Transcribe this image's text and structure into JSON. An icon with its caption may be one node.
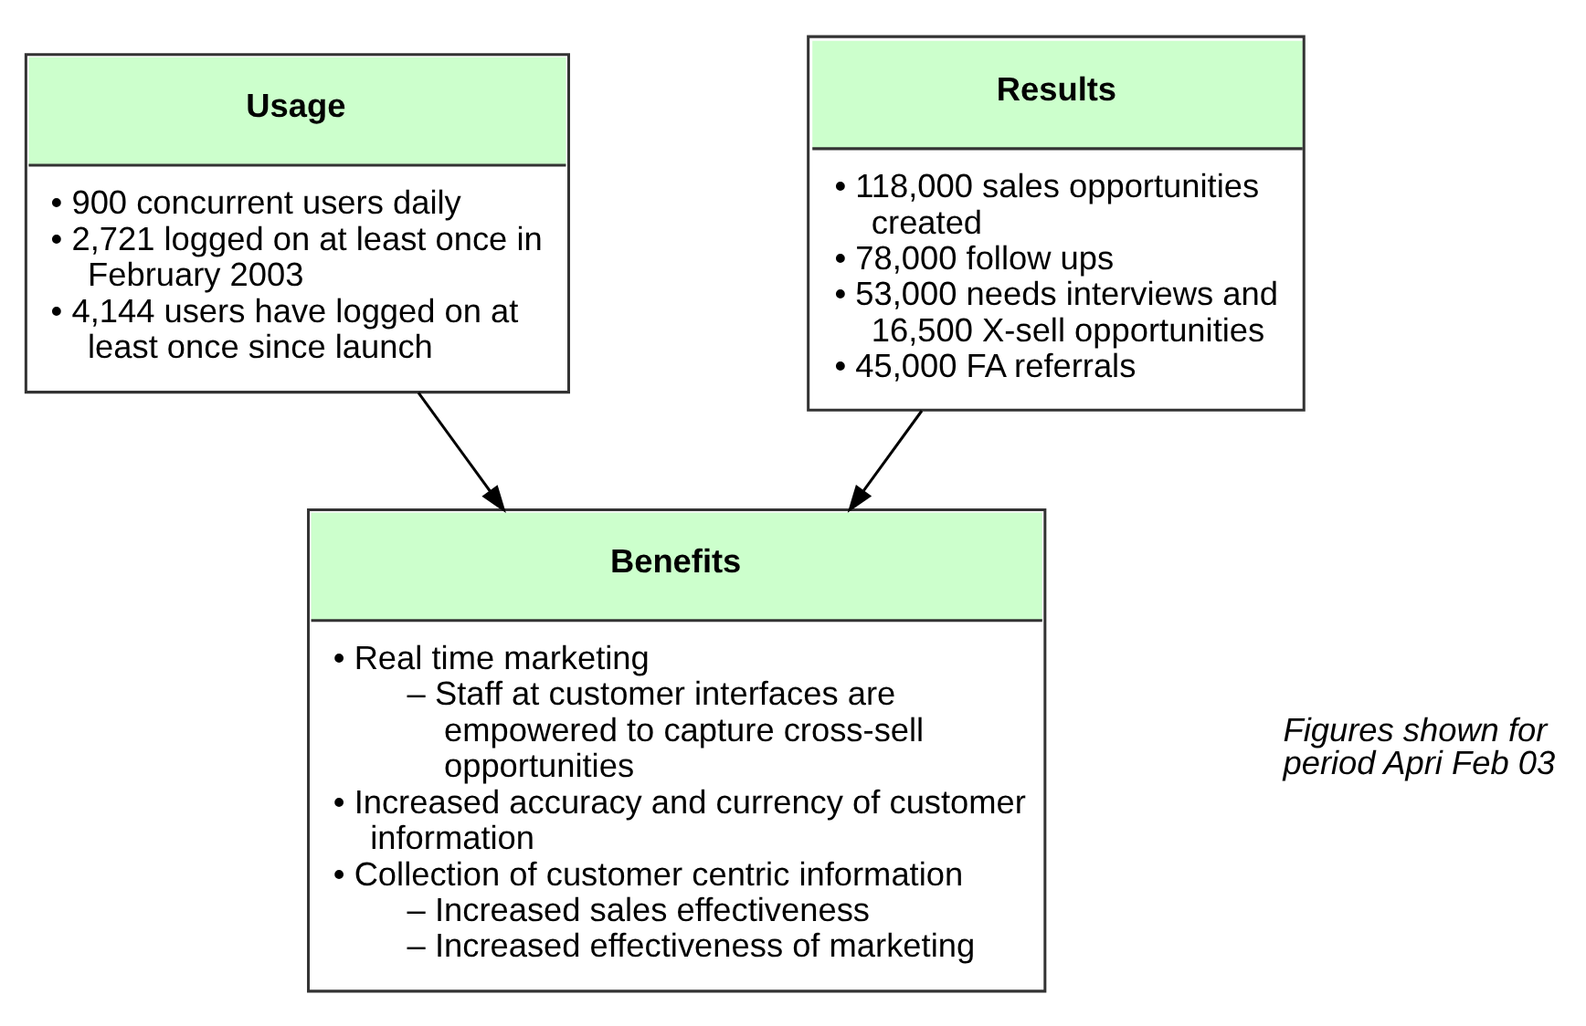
{
  "diagram": {
    "nodes": [
      {
        "text": [
          "Usage",
          "• 900 concurrent users daily",
          "• 2,721 logged on at least once in February 2003",
          "• 4,144 users have logged on at least once since launch"
        ]
      },
      {
        "text": [
          "Results",
          "• 118,000 sales opportunities created",
          "• 78,000 follow ups",
          "• 53,000 needs interviews and 16,500 X-sell opportunities",
          "• 45,000 FA referrals"
        ]
      },
      {
        "text": [
          "Benefits",
          "• Real time marketing",
          "– Staff at customer interfaces are empowered to capture cross-sell opportunities",
          "• Increased accuracy and currency of customer information",
          "• Collection of customer centric information",
          "– Increased sales effectiveness",
          "– Increased effectiveness of marketing"
        ]
      }
    ],
    "edges": [
      {
        "from": 0,
        "to": 2,
        "arrow": "to"
      },
      {
        "from": 1,
        "to": 2,
        "arrow": "to"
      }
    ],
    "labels": [
      "Figures shown for period Apri Feb 03"
    ]
  }
}
